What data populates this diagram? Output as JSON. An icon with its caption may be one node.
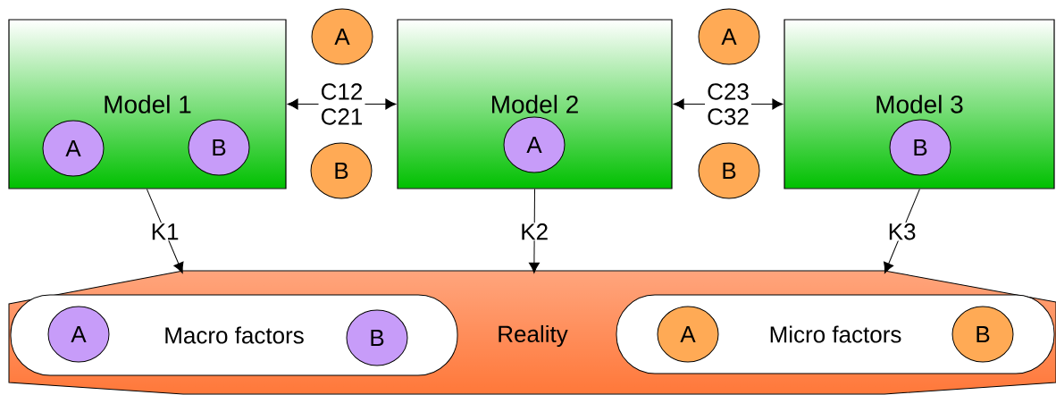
{
  "diagram": {
    "nodes": [
      {
        "text": [
          "Model 1"
        ]
      },
      {
        "text": [
          "A"
        ],
        "in": 0
      },
      {
        "text": [
          "B"
        ],
        "in": 0
      },
      {
        "text": [
          "A"
        ]
      },
      {
        "text": [
          "B"
        ]
      },
      {
        "text": [
          "Model 2"
        ]
      },
      {
        "text": [
          "A"
        ],
        "in": 5
      },
      {
        "text": [
          "A"
        ]
      },
      {
        "text": [
          "B"
        ]
      },
      {
        "text": [
          "Model 3"
        ]
      },
      {
        "text": [
          "B"
        ],
        "in": 9
      },
      {
        "text": [
          "Reality"
        ]
      },
      {
        "text": [
          "Macro factors"
        ],
        "in": 11
      },
      {
        "text": [
          "A"
        ],
        "in": 12
      },
      {
        "text": [
          "B"
        ],
        "in": 12
      },
      {
        "text": [
          "Micro factors"
        ],
        "in": 11
      },
      {
        "text": [
          "A"
        ],
        "in": 15
      },
      {
        "text": [
          "B"
        ],
        "in": 15
      }
    ],
    "edges": [
      {
        "from": 0,
        "to": 5,
        "arrow": "both",
        "label": "C12 C21"
      },
      {
        "from": 5,
        "to": 9,
        "arrow": "both",
        "label": "C23 C32"
      },
      {
        "from": 0,
        "to": 11,
        "arrow": "to",
        "label": "K1"
      },
      {
        "from": 5,
        "to": 11,
        "arrow": "to",
        "label": "K2"
      },
      {
        "from": 9,
        "to": 11,
        "arrow": "to",
        "label": "K3"
      }
    ]
  }
}
